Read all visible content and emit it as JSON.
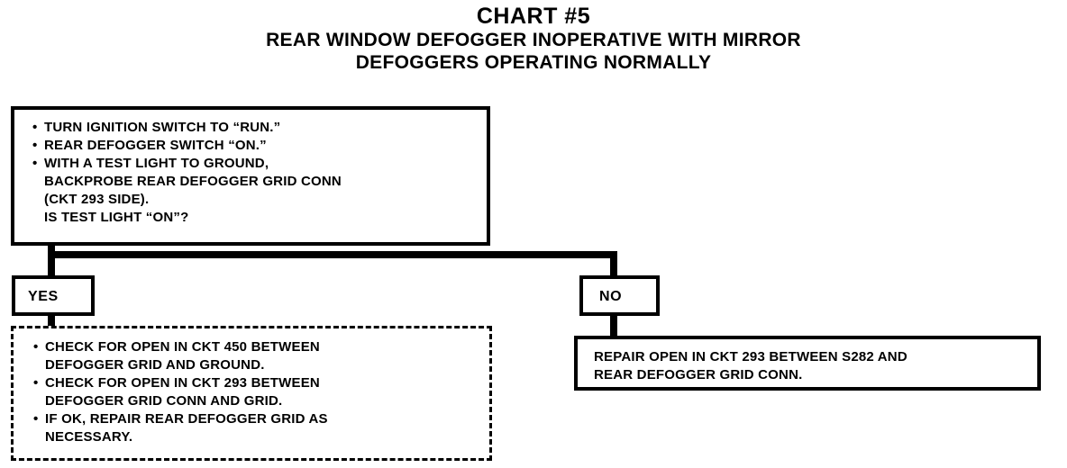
{
  "title": {
    "main": "CHART #5",
    "sub_line1": "REAR WINDOW DEFOGGER INOPERATIVE WITH MIRROR",
    "sub_line2": "DEFOGGERS OPERATING NORMALLY"
  },
  "bullet_glyph": "•",
  "decision": {
    "name": "test-light-check",
    "bullets": [
      "TURN IGNITION SWITCH TO “RUN.”",
      "REAR DEFOGGER SWITCH “ON.”",
      "WITH A TEST LIGHT TO GROUND,\nBACKPROBE REAR DEFOGGER GRID CONN\n(CKT 293 SIDE).\nIS TEST LIGHT “ON”?"
    ]
  },
  "branches": {
    "yes_label": "YES",
    "no_label": "NO"
  },
  "yes_result": {
    "bullets": [
      "CHECK FOR OPEN IN CKT 450 BETWEEN\nDEFOGGER GRID AND GROUND.",
      "CHECK FOR OPEN IN CKT 293 BETWEEN\nDEFOGGER GRID CONN AND GRID.",
      "IF OK, REPAIR REAR DEFOGGER GRID AS\nNECESSARY."
    ]
  },
  "no_result": {
    "text": "REPAIR OPEN IN CKT 293 BETWEEN S282 AND\nREAR DEFOGGER GRID CONN."
  },
  "colors": {
    "ink": "#000000",
    "paper": "#ffffff"
  }
}
